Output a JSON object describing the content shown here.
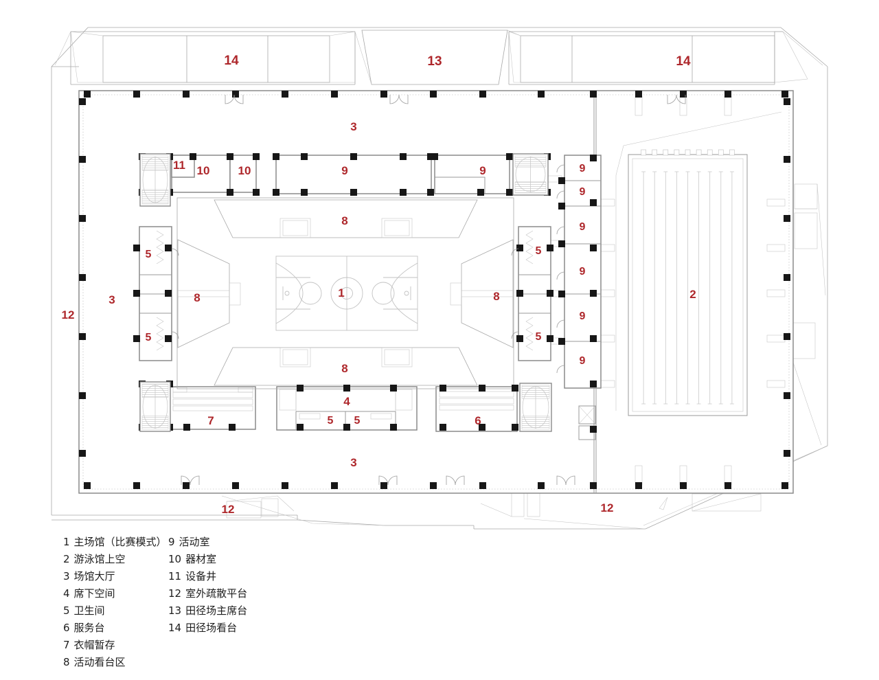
{
  "colors": {
    "label_red": "#ae272b",
    "column_black": "#171717",
    "ink": "#1d1d1d"
  },
  "plan": {
    "labels": [
      {
        "id": "stand-left",
        "text": "14"
      },
      {
        "id": "rostrum",
        "text": "13"
      },
      {
        "id": "stand-right",
        "text": "14"
      },
      {
        "id": "lobby-top",
        "text": "3"
      },
      {
        "id": "shaft",
        "text": "11"
      },
      {
        "id": "equip-a",
        "text": "10"
      },
      {
        "id": "equip-b",
        "text": "10"
      },
      {
        "id": "activity-top-a",
        "text": "9"
      },
      {
        "id": "activity-top-b",
        "text": "9"
      },
      {
        "id": "activity-e1",
        "text": "9"
      },
      {
        "id": "activity-e2",
        "text": "9"
      },
      {
        "id": "stand-n",
        "text": "8"
      },
      {
        "id": "activity-e3",
        "text": "9"
      },
      {
        "id": "wc-w1",
        "text": "5"
      },
      {
        "id": "wc-e1",
        "text": "5"
      },
      {
        "id": "activity-e4",
        "text": "9"
      },
      {
        "id": "lobby-left",
        "text": "3"
      },
      {
        "id": "platform-w",
        "text": "12"
      },
      {
        "id": "stand-w",
        "text": "8"
      },
      {
        "id": "arena",
        "text": "1"
      },
      {
        "id": "stand-e",
        "text": "8"
      },
      {
        "id": "pool-void",
        "text": "2"
      },
      {
        "id": "activity-e5",
        "text": "9"
      },
      {
        "id": "wc-w2",
        "text": "5"
      },
      {
        "id": "wc-e2",
        "text": "5"
      },
      {
        "id": "activity-e6",
        "text": "9"
      },
      {
        "id": "stand-s",
        "text": "8"
      },
      {
        "id": "underseat",
        "text": "4"
      },
      {
        "id": "cloak",
        "text": "7"
      },
      {
        "id": "wc-s1",
        "text": "5"
      },
      {
        "id": "wc-s2",
        "text": "5"
      },
      {
        "id": "service",
        "text": "6"
      },
      {
        "id": "lobby-bottom",
        "text": "3"
      },
      {
        "id": "platform-s",
        "text": "12"
      },
      {
        "id": "platform-se",
        "text": "12"
      }
    ]
  },
  "legend": {
    "col1": [
      {
        "num": "1",
        "label": "主场馆（比赛模式）"
      },
      {
        "num": "2",
        "label": "游泳馆上空"
      },
      {
        "num": "3",
        "label": "场馆大厅"
      },
      {
        "num": "4",
        "label": "席下空间"
      },
      {
        "num": "5",
        "label": "卫生间"
      },
      {
        "num": "6",
        "label": "服务台"
      },
      {
        "num": "7",
        "label": "衣帽暂存"
      },
      {
        "num": "8",
        "label": "活动看台区"
      }
    ],
    "col2": [
      {
        "num": "9",
        "label": "活动室"
      },
      {
        "num": "10",
        "label": "器材室"
      },
      {
        "num": "11",
        "label": "设备井"
      },
      {
        "num": "12",
        "label": "室外疏散平台"
      },
      {
        "num": "13",
        "label": "田径场主席台"
      },
      {
        "num": "14",
        "label": "田径场看台"
      }
    ]
  }
}
